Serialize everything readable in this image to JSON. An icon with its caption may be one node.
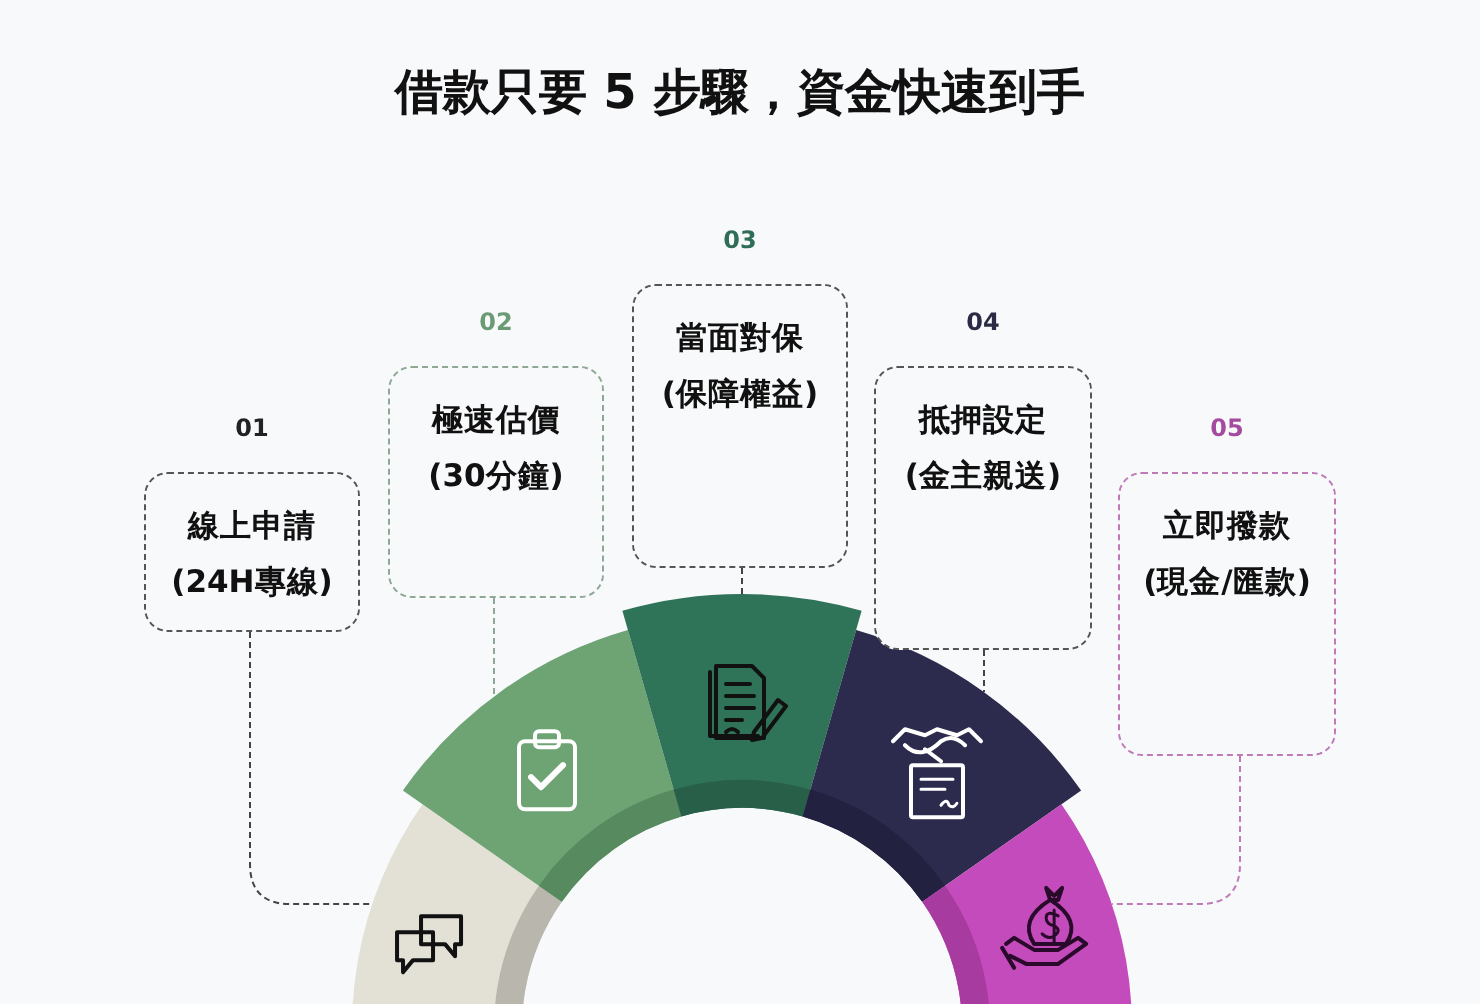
{
  "diagram": {
    "title": "借款只要 5 步驟，資金快速到手",
    "nodes": [
      {
        "text": [
          "01",
          "線上申請(24H專線)"
        ]
      },
      {
        "text": [
          "02",
          "極速估價(30分鐘)"
        ]
      },
      {
        "text": [
          "03",
          "當面對保(保障權益)"
        ]
      },
      {
        "text": [
          "04",
          "抵押設定(金主親送)"
        ]
      },
      {
        "text": [
          "05",
          "立即撥款(現金/匯款)"
        ]
      },
      {
        "text": [],
        "shape": "arc"
      },
      {
        "text": [],
        "shape": "arc"
      },
      {
        "text": [],
        "shape": "arc"
      },
      {
        "text": [],
        "shape": "arc"
      },
      {
        "text": [],
        "shape": "arc"
      }
    ],
    "edges": [
      {
        "from": 0,
        "to": 5,
        "arrow": "none",
        "style": "dashed"
      },
      {
        "from": 1,
        "to": 6,
        "arrow": "none",
        "style": "dashed",
        "color": "#8fa894"
      },
      {
        "from": 2,
        "to": 7,
        "arrow": "none",
        "style": "dashed"
      },
      {
        "from": 3,
        "to": 8,
        "arrow": "none",
        "style": "dashed"
      },
      {
        "from": 4,
        "to": 9,
        "arrow": "none",
        "style": "dashed",
        "color": "#c07ab8"
      }
    ]
  }
}
